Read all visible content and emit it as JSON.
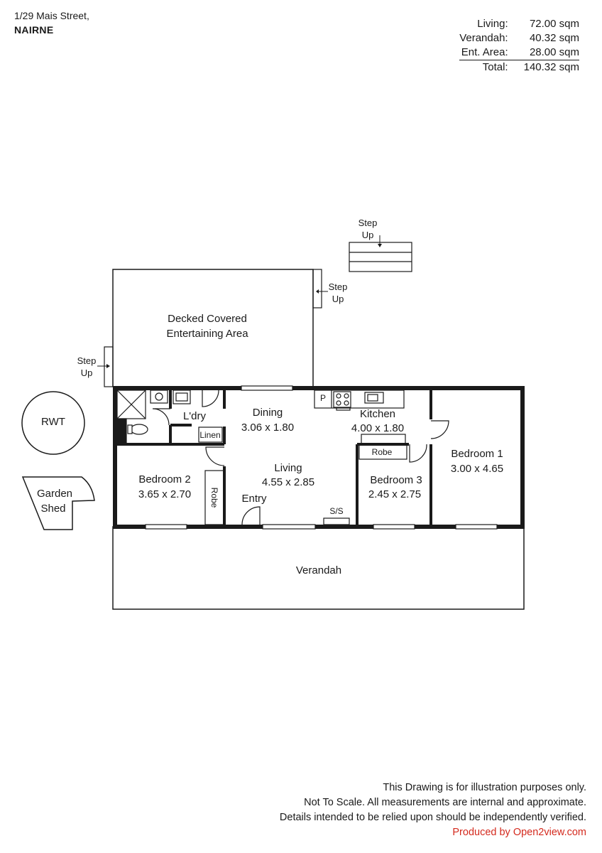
{
  "address": {
    "street": "1/29 Mais Street,",
    "suburb": "NAIRNE"
  },
  "areas": [
    {
      "label": "Living:",
      "value": "72.00 sqm"
    },
    {
      "label": "Verandah:",
      "value": "40.32 sqm"
    },
    {
      "label": "Ent. Area:",
      "value": "28.00 sqm"
    },
    {
      "label": "Total:",
      "value": "140.32 sqm"
    }
  ],
  "plan": {
    "deck": {
      "line1": "Decked Covered",
      "line2": "Entertaining Area"
    },
    "step_up_top": {
      "line1": "Step",
      "line2": "Up"
    },
    "step_up_deck_right": {
      "line1": "Step",
      "line2": "Up"
    },
    "step_up_deck_left": {
      "line1": "Step",
      "line2": "Up"
    },
    "rwt": "RWT",
    "garden_shed": {
      "line1": "Garden",
      "line2": "Shed"
    },
    "laundry": "L'dry",
    "linen": "Linen",
    "dining": {
      "name": "Dining",
      "dims": "3.06 x 1.80"
    },
    "pantry": "P",
    "kitchen": {
      "name": "Kitchen",
      "dims": "4.00 x 1.80"
    },
    "living": {
      "name": "Living",
      "dims": "4.55 x 2.85"
    },
    "entry": "Entry",
    "ss": "S/S",
    "bedroom1": {
      "name": "Bedroom 1",
      "dims": "3.00 x 4.65"
    },
    "bedroom2": {
      "name": "Bedroom 2",
      "dims": "3.65 x 2.70"
    },
    "bedroom3": {
      "name": "Bedroom 3",
      "dims": "2.45 x 2.75"
    },
    "robe_b2": "Robe",
    "robe_b3": "Robe",
    "verandah": "Verandah"
  },
  "footer": {
    "line1": "This Drawing is for illustration purposes only.",
    "line2": "Not To Scale. All measurements are internal and approximate.",
    "line3": "Details intended to be relied upon should be independently verified.",
    "credit": "Produced by Open2view.com"
  },
  "colors": {
    "line": "#1a1a1a",
    "credit": "#d42a1e",
    "background": "#ffffff"
  }
}
